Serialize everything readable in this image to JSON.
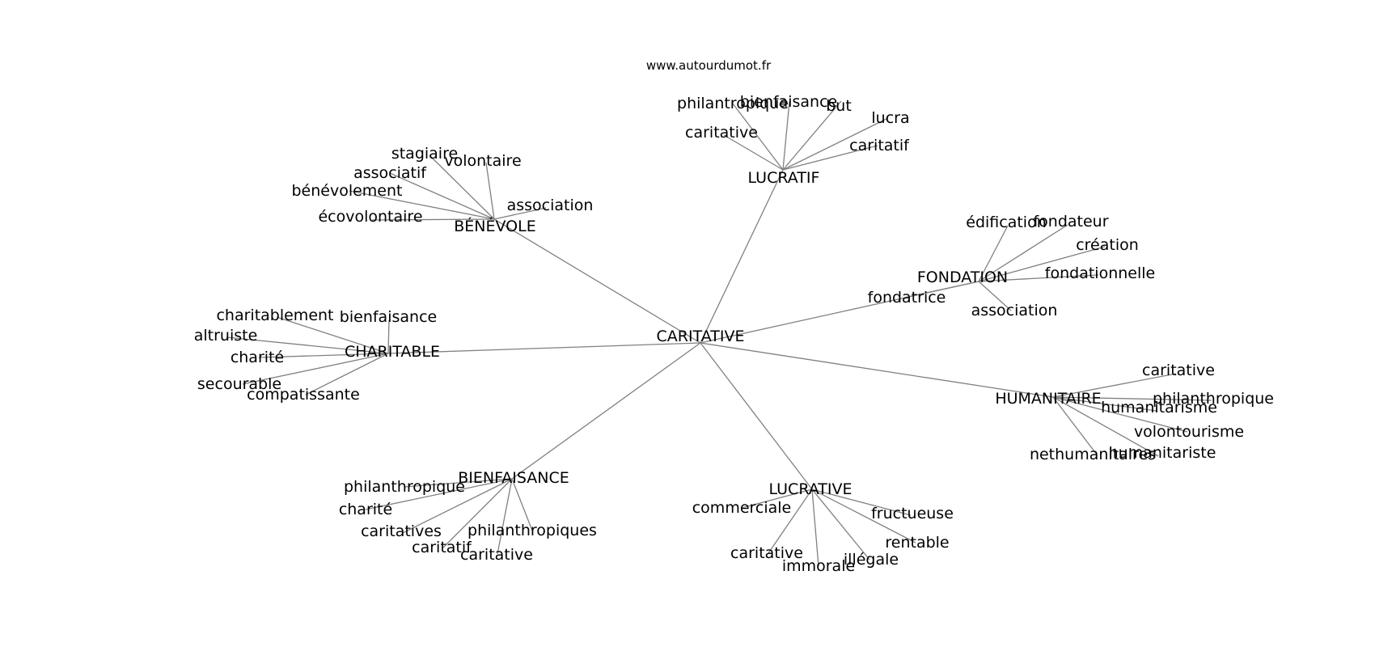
{
  "site": "www.autourdumot.fr",
  "colors": {
    "background": "#ffffff",
    "edge": "#808080",
    "text": "#000000"
  },
  "graph": {
    "center": "CARITATIVE",
    "groups": [
      {
        "label": "LUCRATIF",
        "words": [
          "philantropique",
          "bienfaisance",
          "but",
          "caritative",
          "lucra",
          "caritatif"
        ]
      },
      {
        "label": "BÉNÉVOLE",
        "words": [
          "stagiaire",
          "volontaire",
          "associatif",
          "bénévolement",
          "association",
          "écovolontaire"
        ]
      },
      {
        "label": "FONDATION",
        "words": [
          "édification",
          "fondateur",
          "création",
          "fondationnelle",
          "fondatrice",
          "association"
        ]
      },
      {
        "label": "CHARITABLE",
        "words": [
          "charitablement",
          "bienfaisance",
          "altruiste",
          "charité",
          "secourable",
          "compatissante"
        ]
      },
      {
        "label": "HUMANITAIRE",
        "words": [
          "caritative",
          "philanthropique",
          "humanitarisme",
          "volontourisme",
          "nethumanitaires",
          "humanitariste"
        ]
      },
      {
        "label": "BIENFAISANCE",
        "words": [
          "philanthropique",
          "charité",
          "caritatives",
          "philanthropiques",
          "caritatif",
          "caritative"
        ]
      },
      {
        "label": "LUCRATIVE",
        "words": [
          "commerciale",
          "fructueuse",
          "rentable",
          "caritative",
          "illégale",
          "immorale"
        ]
      }
    ]
  }
}
